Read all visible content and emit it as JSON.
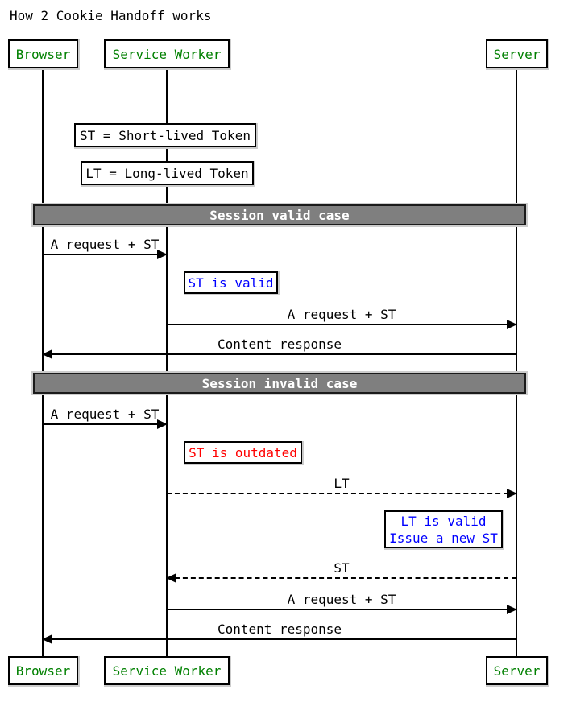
{
  "title": "How 2 Cookie Handoff works",
  "actors": {
    "browser": "Browser",
    "service_worker": "Service Worker",
    "server": "Server"
  },
  "definitions": {
    "st": "ST = Short-lived Token",
    "lt": "LT = Long-lived Token"
  },
  "flows": {
    "valid": {
      "section_title": "Session valid case",
      "browser_request": "A request + ST",
      "worker_note": "ST is valid",
      "worker_request": "A request + ST",
      "response": "Content response"
    },
    "invalid": {
      "section_title": "Session invalid case",
      "browser_request": "A request + ST",
      "worker_note": "ST is outdated",
      "lt_message": "LT",
      "server_note_line1": "LT is valid",
      "server_note_line2": "Issue a new ST",
      "st_message": "ST",
      "worker_request": "A request + ST",
      "response": "Content response"
    }
  },
  "colors": {
    "actor_text": "#008000",
    "info_note_text": "#0000ff",
    "error_note_text": "#ff0000",
    "divider_bg": "#7f7f7f",
    "divider_text": "#ffffff",
    "line": "#000000",
    "box_border": "#000000",
    "shadow": "#cccccc"
  }
}
